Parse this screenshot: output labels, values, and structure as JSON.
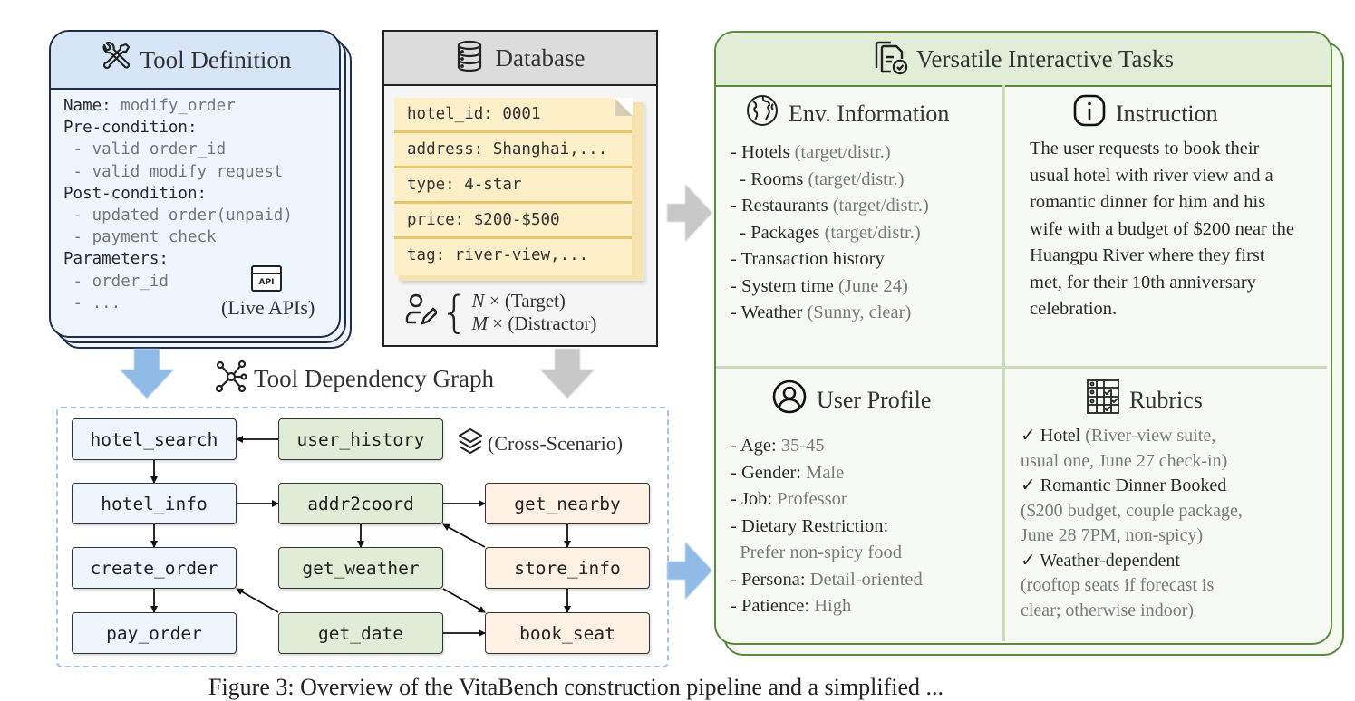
{
  "tool_definition": {
    "title": "Tool Definition",
    "icon": "tools-icon",
    "lines": [
      {
        "key": "Name: ",
        "val": "modify_order"
      },
      {
        "key": "Pre-condition:",
        "val": ""
      },
      {
        "key": "",
        "val": " - valid order_id"
      },
      {
        "key": "",
        "val": " - valid modify request"
      },
      {
        "key": "Post-condition:",
        "val": ""
      },
      {
        "key": "",
        "val": " - updated order(unpaid)"
      },
      {
        "key": "",
        "val": " - payment check"
      },
      {
        "key": "Parameters:",
        "val": ""
      },
      {
        "key": "",
        "val": " - order_id"
      },
      {
        "key": "",
        "val": " - ..."
      }
    ],
    "api_badge": "API",
    "live_apis_label": "(Live APIs)"
  },
  "database": {
    "title": "Database",
    "icon": "database-icon",
    "record": [
      "hotel_id: 0001",
      "address: Shanghai,...",
      "type: 4-star",
      "price: $200-$500",
      "tag: river-view,..."
    ],
    "counts": [
      {
        "var": "N",
        "times": "×",
        "label": "(Target)"
      },
      {
        "var": "M",
        "times": "×",
        "label": "(Distractor)"
      }
    ]
  },
  "dependency_graph": {
    "title": "Tool Dependency Graph",
    "cross_scenario_label": "(Cross-Scenario)",
    "nodes": {
      "hotel_search": "hotel_search",
      "user_history": "user_history",
      "hotel_info": "hotel_info",
      "addr2coord": "addr2coord",
      "get_nearby": "get_nearby",
      "create_order": "create_order",
      "get_weather": "get_weather",
      "store_info": "store_info",
      "pay_order": "pay_order",
      "get_date": "get_date",
      "book_seat": "book_seat"
    },
    "edges": [
      [
        "user_history",
        "hotel_search"
      ],
      [
        "hotel_search",
        "hotel_info"
      ],
      [
        "hotel_info",
        "addr2coord"
      ],
      [
        "hotel_info",
        "create_order"
      ],
      [
        "addr2coord",
        "get_nearby"
      ],
      [
        "addr2coord",
        "get_weather"
      ],
      [
        "store_info",
        "addr2coord"
      ],
      [
        "get_nearby",
        "store_info"
      ],
      [
        "create_order",
        "pay_order"
      ],
      [
        "get_date",
        "create_order"
      ],
      [
        "get_weather",
        "book_seat"
      ],
      [
        "store_info",
        "book_seat"
      ],
      [
        "get_date",
        "book_seat"
      ]
    ]
  },
  "tasks": {
    "title": "Versatile Interactive Tasks",
    "env": {
      "title": "Env. Information",
      "items": [
        {
          "text": "- Hotels ",
          "note": "(target/distr.)"
        },
        {
          "text": "  - Rooms ",
          "note": "(target/distr.)"
        },
        {
          "text": "- Restaurants ",
          "note": "(target/distr.)"
        },
        {
          "text": "  - Packages ",
          "note": "(target/distr.)"
        },
        {
          "text": "- Transaction history",
          "note": ""
        },
        {
          "text": "- System time ",
          "note": "(June 24)"
        },
        {
          "text": "- Weather ",
          "note": "(Sunny, clear)"
        }
      ]
    },
    "instruction": {
      "title": "Instruction",
      "text": "The user requests to book their usual hotel with river view and a romantic dinner for him and his wife with a budget of $200 near the Huangpu River where they first met, for their 10th anniversary celebration."
    },
    "profile": {
      "title": "User Profile",
      "items": [
        {
          "text": "- Age: ",
          "note": "35-45"
        },
        {
          "text": "- Gender: ",
          "note": "Male"
        },
        {
          "text": "- Job: ",
          "note": "Professor"
        },
        {
          "text": "- Dietary Restriction:",
          "note": ""
        },
        {
          "text": "  ",
          "note": "Prefer non-spicy food"
        },
        {
          "text": "- Persona: ",
          "note": "Detail-oriented"
        },
        {
          "text": "- Patience: ",
          "note": "High"
        }
      ]
    },
    "rubrics": {
      "title": "Rubrics",
      "items": [
        {
          "text": "✓ Hotel ",
          "note": "(River-view suite,"
        },
        {
          "text": "",
          "note": "usual one, June 27 check-in)"
        },
        {
          "text": "✓ Romantic Dinner Booked",
          "note": ""
        },
        {
          "text": "",
          "note": "($200 budget, couple package,"
        },
        {
          "text": "",
          "note": "June 28 7PM, non-spicy)"
        },
        {
          "text": "✓ Weather-dependent",
          "note": ""
        },
        {
          "text": "",
          "note": "(rooftop seats if forecast is"
        },
        {
          "text": "",
          "note": "clear; otherwise indoor)"
        }
      ]
    }
  },
  "caption": "Figure 3: Overview of the VitaBench construction pipeline and a simplified ...",
  "colors": {
    "tool_blue": "#d6e6f8",
    "db_gray": "#dcdcdc",
    "note_yellow": "#fdefc8",
    "task_green": "#e1edd6",
    "node_green": "#e0ecd6",
    "node_orange": "#fdf1e4",
    "arrow_blue": "#8fbbe6",
    "arrow_gray": "#c8c8c8"
  }
}
